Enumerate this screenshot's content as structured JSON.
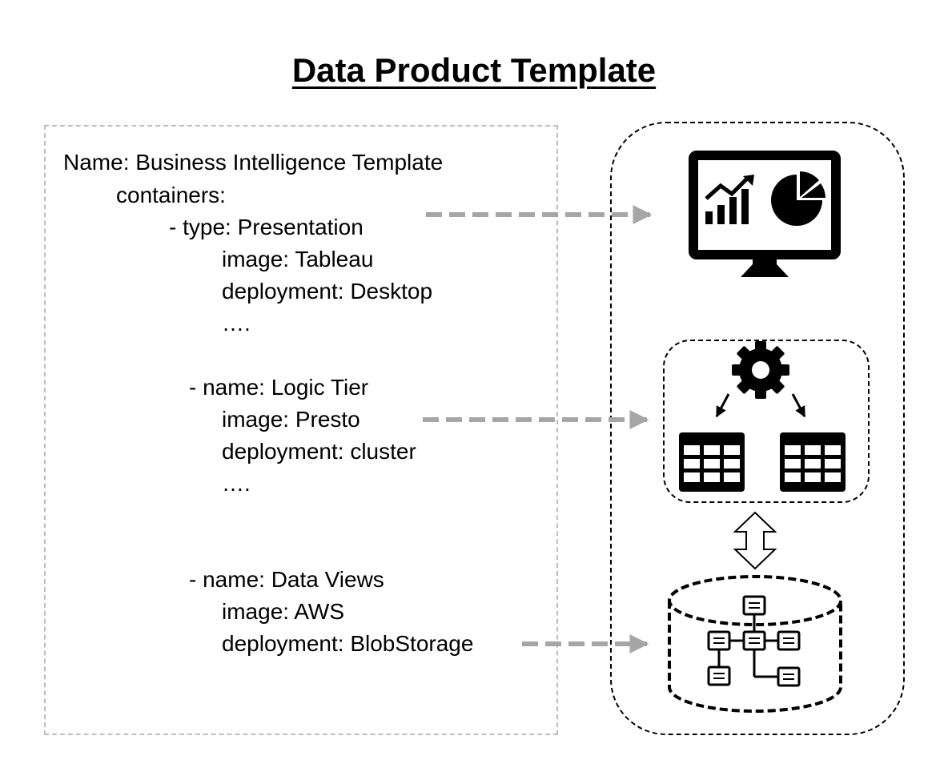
{
  "diagram": {
    "title": "Data Product Template",
    "spec": {
      "name_line": "Name: Business Intelligence Template",
      "containers_label": "containers:",
      "presentation": {
        "type_line": "- type: Presentation",
        "image_line": "image: Tableau",
        "deployment_line": "deployment:  Desktop",
        "ellipsis": "…."
      },
      "logic": {
        "name_line": "- name: Logic Tier",
        "image_line": "image: Presto",
        "deployment_line": "deployment:  cluster",
        "ellipsis": "…."
      },
      "data_views": {
        "name_line": "- name: Data Views",
        "image_line": "image: AWS",
        "deployment_line": "deployment:  BlobStorage"
      }
    },
    "icons": [
      "monitor-dashboard-icon",
      "gear-icon",
      "table-icon",
      "double-arrow-icon",
      "database-cylinder-icon",
      "hierarchy-icon"
    ],
    "colors": {
      "connector_arrow": "#a6a6a6",
      "spec_border": "#bdbdbd",
      "icon": "#000000"
    }
  }
}
